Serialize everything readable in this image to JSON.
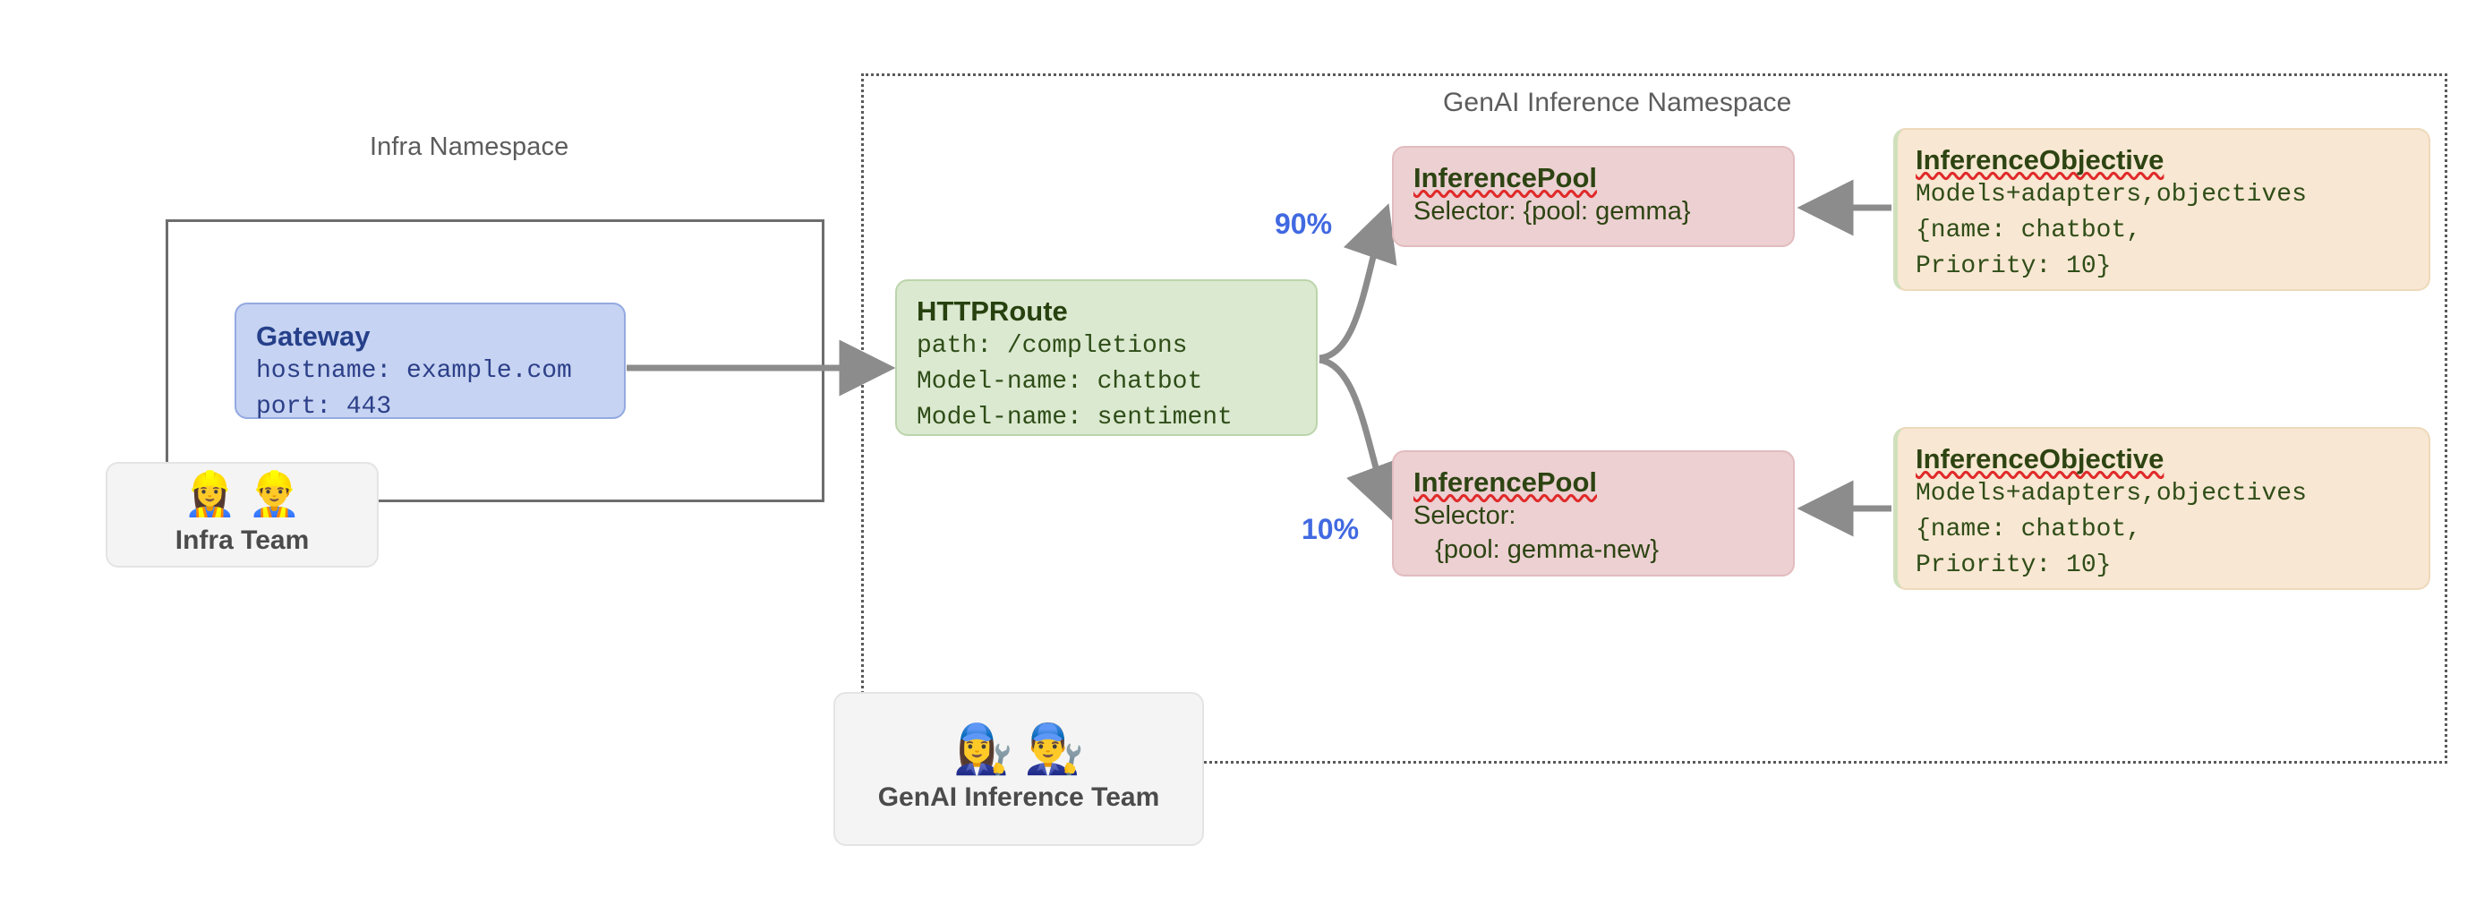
{
  "namespaces": {
    "infra": {
      "title": "Infra Namespace"
    },
    "genai": {
      "title": "GenAI Inference Namespace"
    }
  },
  "gateway": {
    "title": "Gateway",
    "lines": [
      "hostname: example.com",
      "port: 443"
    ]
  },
  "httproute": {
    "title": "HTTPRoute",
    "lines": [
      "path: /completions",
      "Model-name: chatbot",
      "Model-name: sentiment"
    ]
  },
  "pools": [
    {
      "title": "InferencePool",
      "lines": [
        "Selector: {pool: gemma}"
      ],
      "weight": "90%"
    },
    {
      "title": "InferencePool",
      "lines": [
        "Selector:",
        "   {pool: gemma-new}"
      ],
      "weight": "10%"
    }
  ],
  "objectives": [
    {
      "title": "InferenceObjective",
      "lines": [
        "Models+adapters,objectives",
        "{name: chatbot,",
        "Priority: 10}"
      ]
    },
    {
      "title": "InferenceObjective",
      "lines": [
        "Models+adapters,objectives",
        "{name: chatbot,",
        "Priority: 10}"
      ]
    }
  ],
  "teams": [
    {
      "label": "Infra Team",
      "emoji": "👷‍♀️👷‍♂️",
      "icon": "construction-worker-icon"
    },
    {
      "label": "GenAI Inference Team",
      "emoji": "👩‍🔧👨‍🔧",
      "icon": "mechanic-icon"
    }
  ],
  "colors": {
    "gateway_fill": "#c6d3f2",
    "httproute_fill": "#dbe9d0",
    "pool_fill": "#ecd0d2",
    "objective_fill": "#f8e7d2",
    "team_fill": "#f4f4f4",
    "weight_text": "#4169e1",
    "edge": "#8c8c8c",
    "namespace_border": "#6d6d6d"
  }
}
